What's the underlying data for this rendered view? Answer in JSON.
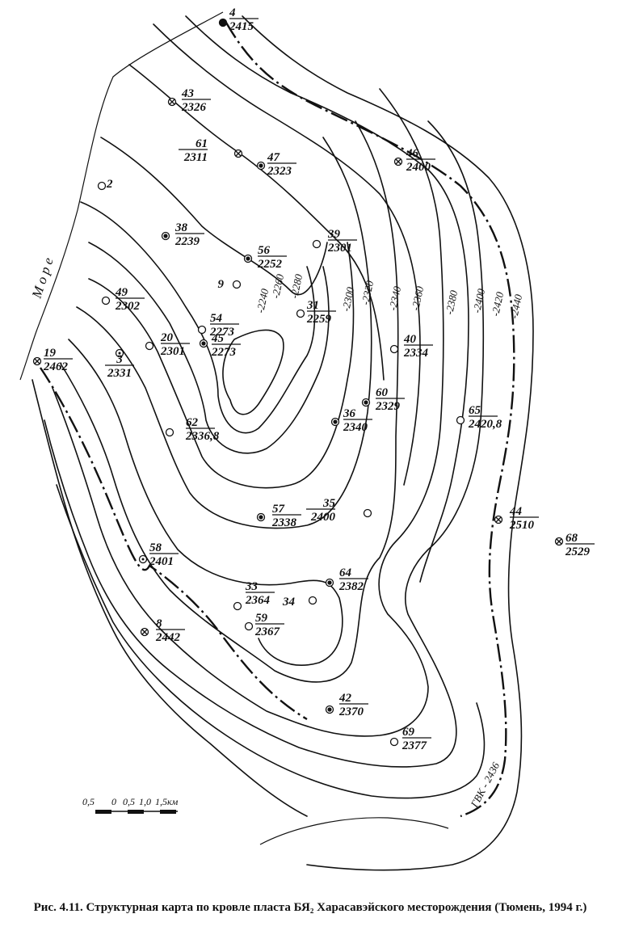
{
  "sea_label": "М о р е",
  "gwc_label": "ГВК - 2436",
  "scale": {
    "labels": [
      "0,5",
      "0",
      "0,5",
      "1,0",
      "1,5км"
    ]
  },
  "caption": "Рис. 4.11. Структурная карта по кровле пласта БЯ₂ Харасавэйского месторождения  (Тюмень, 1994 г.)",
  "contour_labels": [
    "-2240",
    "-2260",
    "-2280",
    "-2300",
    "-2320",
    "-2340",
    "-2360",
    "-2380",
    "-2400",
    "-2420",
    "-2440"
  ],
  "wells": [
    {
      "id": "4",
      "depth": "2415"
    },
    {
      "id": "43",
      "depth": "2326"
    },
    {
      "id": "61",
      "depth": "2311"
    },
    {
      "id": "47",
      "depth": "2323"
    },
    {
      "id": "46",
      "depth": "2400"
    },
    {
      "id": "2",
      "depth": ""
    },
    {
      "id": "38",
      "depth": "2239"
    },
    {
      "id": "39",
      "depth": "2301"
    },
    {
      "id": "56",
      "depth": "2252"
    },
    {
      "id": "9",
      "depth": ""
    },
    {
      "id": "49",
      "depth": "2302"
    },
    {
      "id": "54",
      "depth": "2273"
    },
    {
      "id": "31",
      "depth": "2259"
    },
    {
      "id": "20",
      "depth": "2301"
    },
    {
      "id": "45",
      "depth": "2273"
    },
    {
      "id": "40",
      "depth": "2334"
    },
    {
      "id": "3",
      "depth": "2331"
    },
    {
      "id": "19",
      "depth": "2462"
    },
    {
      "id": "60",
      "depth": "2329"
    },
    {
      "id": "36",
      "depth": "2340"
    },
    {
      "id": "65",
      "depth": "2420,8"
    },
    {
      "id": "62",
      "depth": "2336,8"
    },
    {
      "id": "57",
      "depth": "2338"
    },
    {
      "id": "35",
      "depth": "2400"
    },
    {
      "id": "44",
      "depth": "2510"
    },
    {
      "id": "68",
      "depth": "2529"
    },
    {
      "id": "58",
      "depth": "2401"
    },
    {
      "id": "64",
      "depth": "2382"
    },
    {
      "id": "33",
      "depth": "2364"
    },
    {
      "id": "34",
      "depth": ""
    },
    {
      "id": "59",
      "depth": "2367"
    },
    {
      "id": "8",
      "depth": "2442"
    },
    {
      "id": "42",
      "depth": "2370"
    },
    {
      "id": "69",
      "depth": "2377"
    }
  ]
}
